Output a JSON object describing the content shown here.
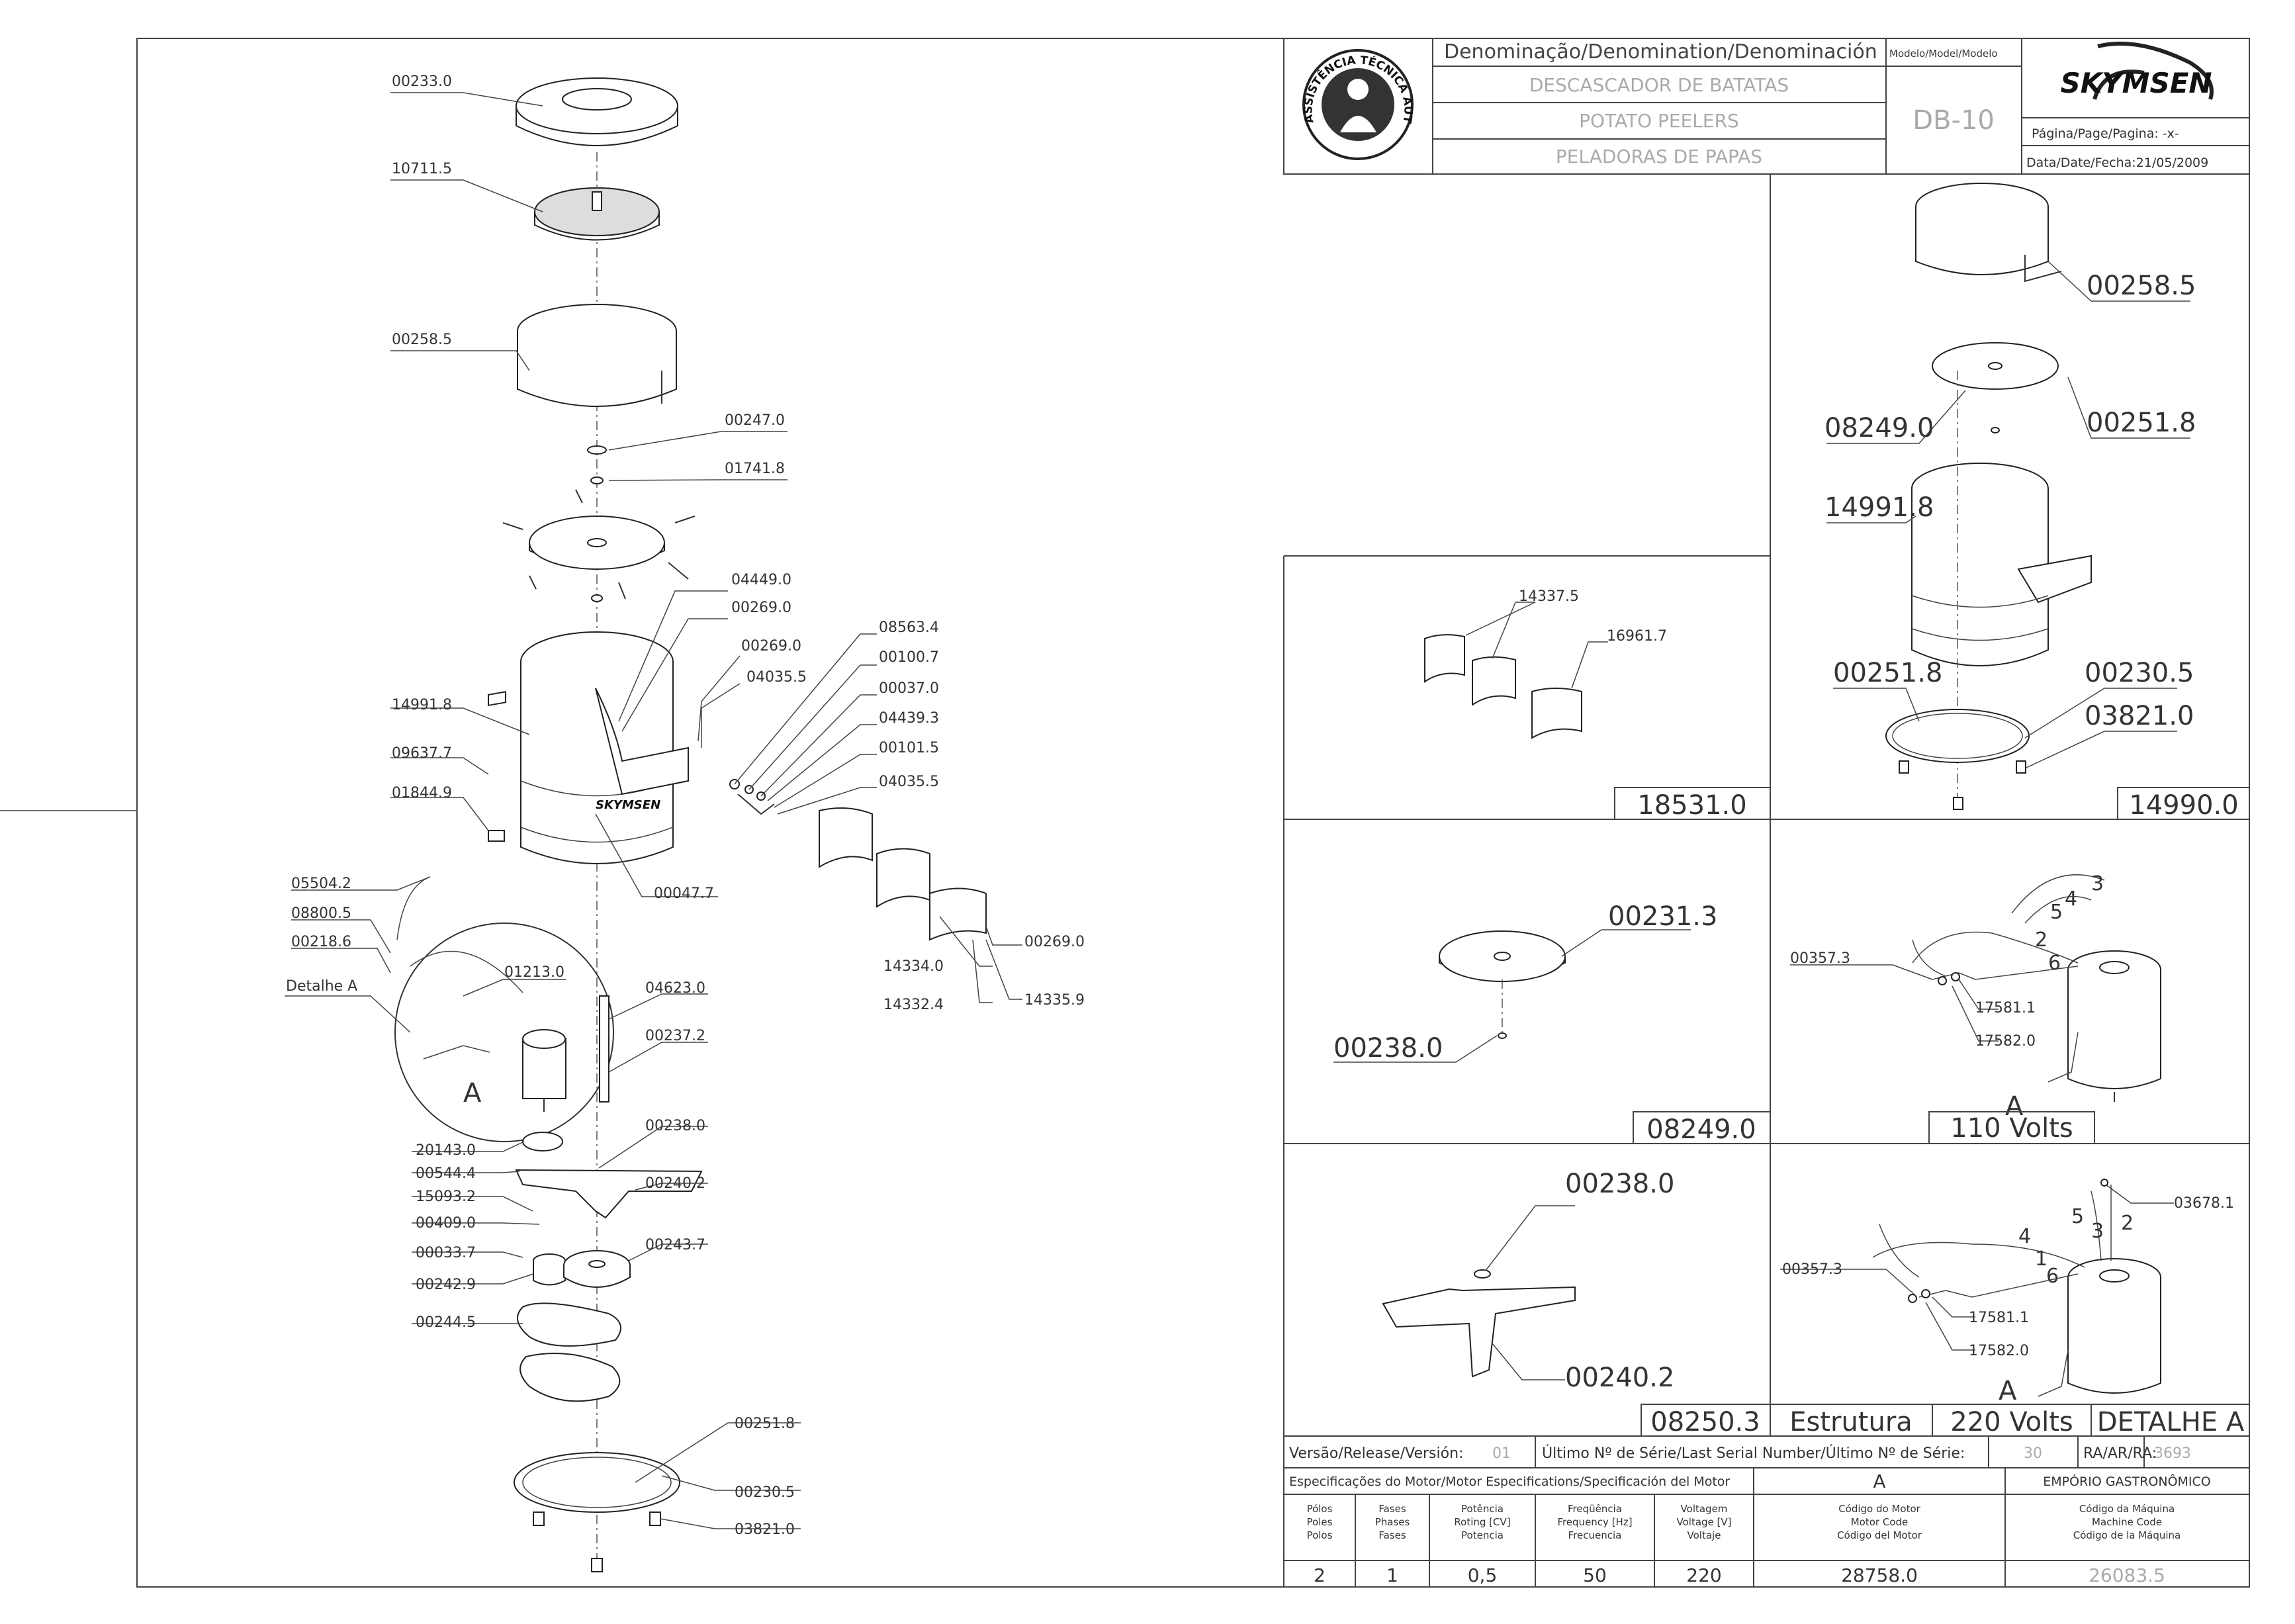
{
  "title_block": {
    "denomination_header": "Denominação/Denomination/Denominación",
    "model_header": "Modelo/Model/Modelo",
    "name_pt": "DESCASCADOR DE BATATAS",
    "name_en": "POTATO PEELERS",
    "name_es": "PELADORAS DE PAPAS",
    "model": "DB-10",
    "brand": "SKYMSEN",
    "page_label": "Página/Page/Pagina: -x-",
    "date_label": "Data/Date/Fecha:21/05/2009",
    "seal_text": "ASSISTÊNCIA TÉCNICA AUTORIZADA"
  },
  "main_parts": [
    {
      "code": "00233.0"
    },
    {
      "code": "10711.5"
    },
    {
      "code": "00258.5"
    },
    {
      "code": "00247.0"
    },
    {
      "code": "01741.8"
    },
    {
      "code": "04449.0"
    },
    {
      "code": "00269.0"
    },
    {
      "code": "00269.0"
    },
    {
      "code": "04035.5"
    },
    {
      "code": "08563.4"
    },
    {
      "code": "00100.7"
    },
    {
      "code": "00037.0"
    },
    {
      "code": "04439.3"
    },
    {
      "code": "00101.5"
    },
    {
      "code": "04035.5"
    },
    {
      "code": "14991.8"
    },
    {
      "code": "09637.7"
    },
    {
      "code": "01844.9"
    },
    {
      "code": "00047.7"
    },
    {
      "code": "05504.2"
    },
    {
      "code": "08800.5"
    },
    {
      "code": "00218.6"
    },
    {
      "code": "Detalhe A"
    },
    {
      "code": "01213.0"
    },
    {
      "code": "04623.0"
    },
    {
      "code": "00237.2"
    },
    {
      "code": "00269.0"
    },
    {
      "code": "14334.0"
    },
    {
      "code": "14332.4"
    },
    {
      "code": "14335.9"
    },
    {
      "code": "20143.0"
    },
    {
      "code": "00544.4"
    },
    {
      "code": "15093.2"
    },
    {
      "code": "00409.0"
    },
    {
      "code": "00033.7"
    },
    {
      "code": "00242.9"
    },
    {
      "code": "00238.0"
    },
    {
      "code": "00240.2"
    },
    {
      "code": "00243.7"
    },
    {
      "code": "00244.5"
    },
    {
      "code": "00251.8"
    },
    {
      "code": "00230.5"
    },
    {
      "code": "03821.0"
    }
  ],
  "detail_a_letter": "A",
  "box_right_top": {
    "labels": [
      "00258.5",
      "08249.0",
      "00251.8",
      "14991.8",
      "00251.8",
      "00230.5",
      "03821.0"
    ],
    "assembly": "14990.0"
  },
  "box_18531": {
    "labels": [
      "14337.5",
      "16961.7"
    ],
    "assembly": "18531.0"
  },
  "box_08249": {
    "labels": [
      "00231.3",
      "00238.0"
    ],
    "assembly": "08249.0"
  },
  "box_110v": {
    "labels": [
      "00357.3",
      "17581.1",
      "17582.0"
    ],
    "wires": [
      "4",
      "3",
      "5",
      "2",
      "6"
    ],
    "letter": "A",
    "assembly": "110 Volts"
  },
  "box_08250": {
    "labels": [
      "00238.0",
      "00240.2"
    ],
    "assembly": "08250.3",
    "structure": "Estrutura"
  },
  "box_220v": {
    "labels": [
      "03678.1",
      "00357.3",
      "17581.1",
      "17582.0"
    ],
    "wires": [
      "5",
      "3",
      "2",
      "4",
      "1",
      "6"
    ],
    "letter": "A",
    "assembly": "220 Volts",
    "detail": "DETALHE A"
  },
  "bottom_block": {
    "version_label": "Versão/Release/Versión:",
    "version_value": "01",
    "serial_label": "Último Nº de Série/Last Serial Number/Último Nº de Série:",
    "serial_value": "30",
    "ra_label": "RA/AR/RA:",
    "ra_value": "3693",
    "motor_spec_label": "Especificações do Motor/Motor Especifications/Specificación del Motor",
    "motor_letter": "A",
    "company": "EMPÓRIO GASTRONÔMICO",
    "columns": [
      {
        "h": [
          "Pólos",
          "Poles",
          "Polos"
        ],
        "v": "2"
      },
      {
        "h": [
          "Fases",
          "Phases",
          "Fases"
        ],
        "v": "1"
      },
      {
        "h": [
          "Potência",
          "Roting [CV]",
          "Potencia"
        ],
        "v": "0,5"
      },
      {
        "h": [
          "Freqüência",
          "Frequency [Hz]",
          "Frecuencia"
        ],
        "v": "50"
      },
      {
        "h": [
          "Voltagem",
          "Voltage [V]",
          "Voltaje"
        ],
        "v": "220"
      },
      {
        "h": [
          "Código do Motor",
          "Motor Code",
          "Código del Motor"
        ],
        "v": "28758.0"
      },
      {
        "h": [
          "Código da Máquina",
          "Machine Code",
          "Código de la Máquina"
        ],
        "v": "26083.5"
      }
    ]
  }
}
